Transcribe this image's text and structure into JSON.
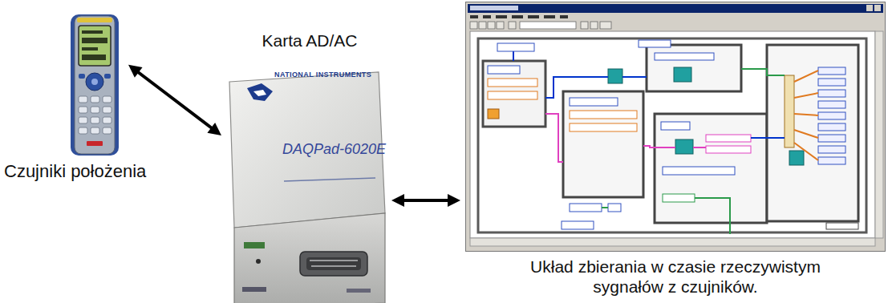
{
  "diagram": {
    "nodes": [
      {
        "text": [
          "Czujniki położenia"
        ]
      },
      {
        "text": [
          "Karta AD/AC",
          "NATIONAL INSTRUMENTS",
          "DAQPad-6020E"
        ]
      },
      {
        "text": [
          "Układ zbierania w czasie rzeczywistym sygnałów z czujników."
        ]
      }
    ],
    "edges": [
      {
        "from": 0,
        "to": 1,
        "arrow": "both"
      },
      {
        "from": 1,
        "to": 2,
        "arrow": "both"
      }
    ]
  }
}
